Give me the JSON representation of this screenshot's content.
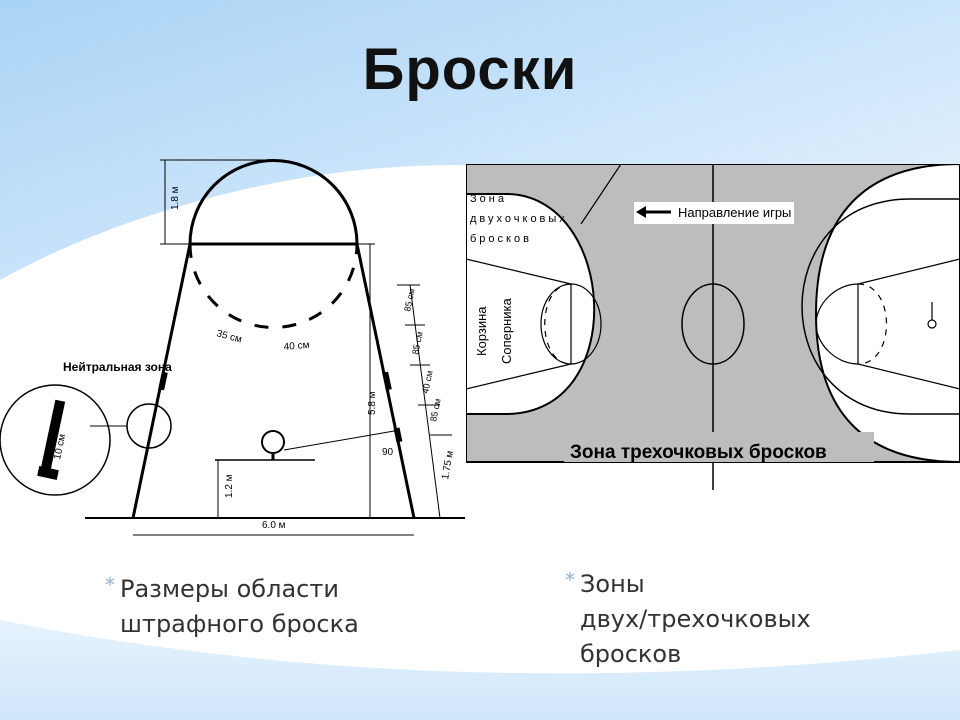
{
  "slide": {
    "title": "Броски",
    "colors": {
      "sky_top": "#a9d3f5",
      "sky_bottom": "#d9ecfb",
      "court_gray": "#bdbdbd",
      "bullet": "#8fb3d9"
    }
  },
  "free_throw_diagram": {
    "neutral_zone_label": "Нейтральная зона",
    "dimensions": {
      "top_height": "1.8 м",
      "width": "6.0 м",
      "length": "5.8 м",
      "board_height": "1.2 м",
      "board_offset": "1.75 м",
      "gap_35": "35 см",
      "gap_40": "40 см",
      "side_85_a": "85 см",
      "side_85_b": "85 см",
      "side_85_c": "85 см",
      "side_40": "40 см",
      "angle": "90",
      "zoom_10": "10 см"
    }
  },
  "court_diagram": {
    "two_point_label": [
      "Зона",
      "двухочковых",
      "бросков"
    ],
    "direction_label": "Направление игры",
    "basket_label": "Корзина",
    "opponent_label": "Соперника",
    "three_point_label": "Зона трехочковых бросков"
  },
  "captions": {
    "left": {
      "bullet": "*",
      "lines": [
        "Размеры области",
        "штрафного броска"
      ]
    },
    "right": {
      "bullet": "*",
      "lines": [
        "Зоны",
        "двух/трехочковых",
        "бросков"
      ]
    }
  }
}
